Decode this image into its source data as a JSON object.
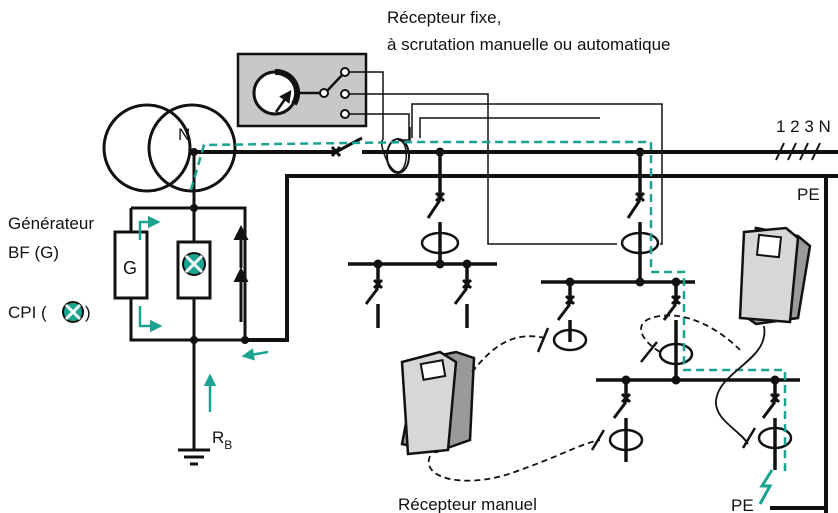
{
  "labels": {
    "fixed_receiver_line1": "Récepteur fixe,",
    "fixed_receiver_line2": "à scrutation manuelle ou automatique",
    "phases": "1 2 3 N",
    "pe_top": "PE",
    "pe_bottom": "PE",
    "neutral": "N",
    "generator_line1": "Générateur",
    "generator_line2": "BF (G)",
    "generator_box": "G",
    "cpi_open": "CPI (",
    "cpi_close": ")",
    "rb_main": "R",
    "rb_sub": "B",
    "manual_receiver": "Récepteur manuel"
  },
  "colors": {
    "line": "#111111",
    "signal": "#1aa391",
    "device_body": "#d7d7d7",
    "device_side": "#9a9a9a",
    "receiver_box": "#c8c8c8"
  }
}
